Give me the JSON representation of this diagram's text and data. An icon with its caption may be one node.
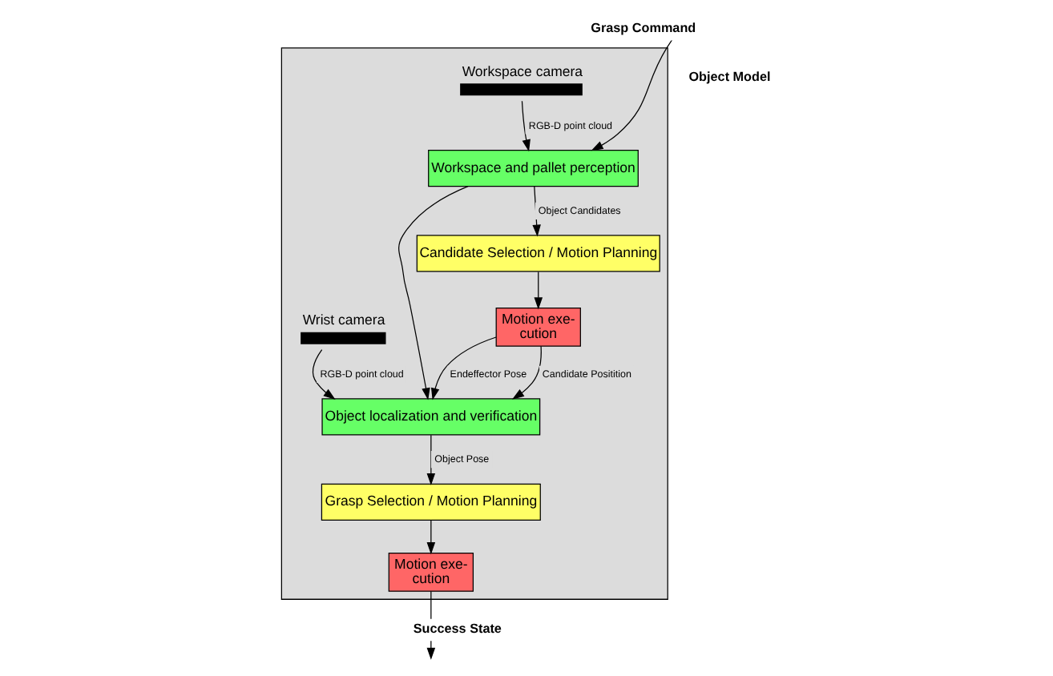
{
  "diagram": {
    "nodes": [
      {
        "text": [],
        "shape": "box"
      },
      {
        "text": [
          "Workspace camera"
        ],
        "in": 0
      },
      {
        "text": [
          "Wrist camera"
        ],
        "in": 0
      },
      {
        "text": [
          "Workspace and pallet perception"
        ],
        "in": 0
      },
      {
        "text": [
          "Object localization and verification"
        ],
        "in": 0
      },
      {
        "text": [
          "Candidate Selection / Motion Planning"
        ],
        "in": 0
      },
      {
        "text": [
          "Motion exe- cution"
        ],
        "in": 0
      },
      {
        "text": [
          "Grasp Selection / Motion Planning"
        ],
        "in": 0
      },
      {
        "text": [
          "Motion exe- cution"
        ],
        "in": 0
      }
    ],
    "edges": [
      {
        "from": 1,
        "to": 3,
        "arrow": "to",
        "label": "RGB-D point cloud"
      },
      {
        "from": 2,
        "to": 4,
        "arrow": "to",
        "label": "RGB-D point cloud"
      },
      {
        "from": null,
        "to": 3,
        "arrow": "to",
        "label": "Grasp Command"
      },
      {
        "from": 3,
        "to": 5,
        "arrow": "to",
        "label": "Object Candidates"
      },
      {
        "from": 3,
        "to": 4,
        "arrow": "to"
      },
      {
        "from": 5,
        "to": 6,
        "arrow": "to"
      },
      {
        "from": 6,
        "to": 4,
        "arrow": "to",
        "label": "Endeffector Pose"
      },
      {
        "from": 6,
        "to": 4,
        "arrow": "to",
        "label": "Candidate Positition"
      },
      {
        "from": 4,
        "to": 7,
        "arrow": "to",
        "label": "Object Pose"
      },
      {
        "from": 7,
        "to": 8,
        "arrow": "to"
      },
      {
        "from": 8,
        "to": null,
        "arrow": "to",
        "label": "Success State"
      }
    ],
    "labels": [
      "Object Model"
    ]
  }
}
